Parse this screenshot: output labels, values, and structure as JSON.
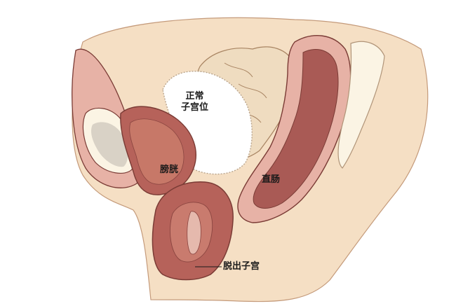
{
  "labels": {
    "normal_uterus_line1": "正常",
    "normal_uterus_line2": "子宫位",
    "bladder": "膀胱",
    "rectum": "直肠",
    "prolapsed_uterus": "脱出子宫"
  },
  "colors": {
    "skin": "#f5dfc4",
    "tissue_pink": "#e7b2a6",
    "tissue_dark": "#a95a55",
    "bone": "#fbf4e4",
    "bone_marrow": "#cfcfcf",
    "muscle_red": "#b6625a",
    "outline": "#7a3b35",
    "intestine": "#efdcc0"
  }
}
